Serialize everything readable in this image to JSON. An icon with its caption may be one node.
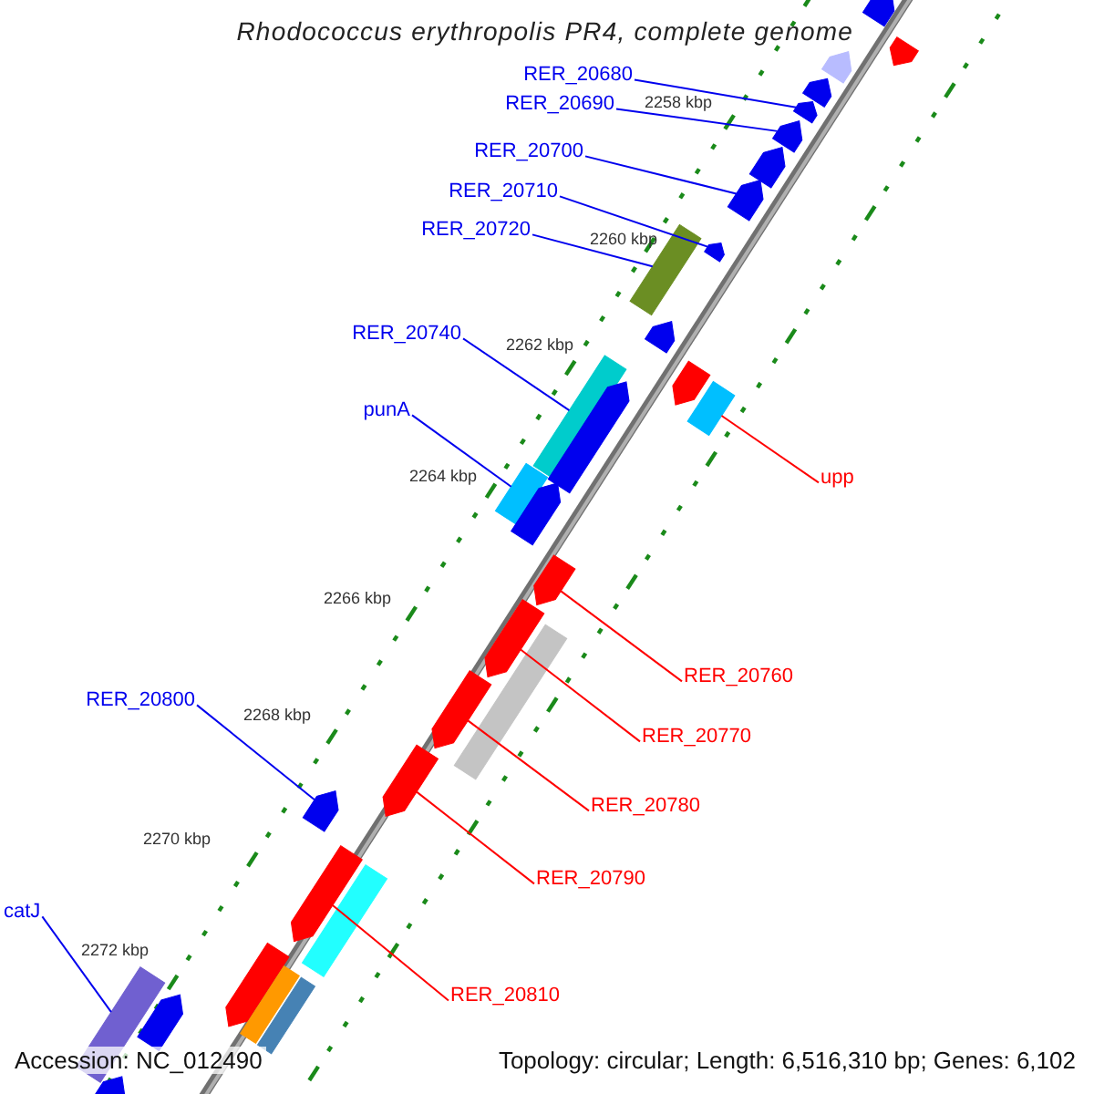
{
  "diagram": {
    "title": "Rhodococcus erythropolis PR4, complete genome",
    "nodes": [
      {
        "text": [
          "RER_20680"
        ]
      },
      {
        "text": [
          "RER_20690"
        ]
      },
      {
        "text": [
          "RER_20700"
        ]
      },
      {
        "text": [
          "RER_20710"
        ]
      },
      {
        "text": [
          "RER_20720"
        ]
      },
      {
        "text": [
          "RER_20740"
        ]
      },
      {
        "text": [
          "punA"
        ]
      },
      {
        "text": [
          "upp"
        ]
      },
      {
        "text": [
          "RER_20760"
        ]
      },
      {
        "text": [
          "RER_20800"
        ]
      },
      {
        "text": [
          "RER_20770"
        ]
      },
      {
        "text": [
          "RER_20780"
        ]
      },
      {
        "text": [
          "RER_20790"
        ]
      },
      {
        "text": [
          "catJ"
        ]
      },
      {
        "text": [
          "RER_20810"
        ]
      },
      {
        "text": [],
        "shape": "arrow"
      },
      {
        "text": [],
        "shape": "arrow"
      },
      {
        "text": [],
        "shape": "arrow"
      },
      {
        "text": [],
        "shape": "arrow"
      },
      {
        "text": [],
        "shape": "arrow"
      },
      {
        "text": [],
        "shape": "arrow"
      },
      {
        "text": [],
        "shape": "arrow"
      },
      {
        "text": [],
        "shape": "arrow"
      },
      {
        "text": [],
        "shape": "arrow"
      },
      {
        "text": [],
        "shape": "box"
      },
      {
        "text": [],
        "shape": "arrow"
      },
      {
        "text": [],
        "shape": "arrow"
      },
      {
        "text": [],
        "shape": "box"
      },
      {
        "text": [],
        "shape": "box"
      },
      {
        "text": [],
        "shape": "arrow"
      },
      {
        "text": [],
        "shape": "box"
      },
      {
        "text": [],
        "shape": "arrow"
      },
      {
        "text": [],
        "shape": "arrow"
      },
      {
        "text": [],
        "shape": "arrow"
      },
      {
        "text": [],
        "shape": "box"
      },
      {
        "text": [],
        "shape": "arrow"
      },
      {
        "text": [],
        "shape": "arrow"
      },
      {
        "text": [],
        "shape": "arrow"
      },
      {
        "text": [],
        "shape": "arrow"
      },
      {
        "text": [],
        "shape": "box"
      },
      {
        "text": [],
        "shape": "arrow"
      },
      {
        "text": [],
        "shape": "box"
      },
      {
        "text": [],
        "shape": "box"
      },
      {
        "text": [],
        "shape": "arrow"
      },
      {
        "text": [],
        "shape": "box"
      },
      {
        "text": [],
        "shape": "arrow"
      }
    ],
    "edges": [
      {
        "from": 0,
        "to": 19,
        "arrow": "none"
      },
      {
        "from": 1,
        "to": 20,
        "arrow": "none"
      },
      {
        "from": 2,
        "to": 22,
        "arrow": "none"
      },
      {
        "from": 3,
        "to": 23,
        "arrow": "none"
      },
      {
        "from": 4,
        "to": 24,
        "arrow": "none"
      },
      {
        "from": 5,
        "to": 28,
        "arrow": "none"
      },
      {
        "from": 6,
        "to": 30,
        "arrow": "none"
      },
      {
        "from": 7,
        "to": 27,
        "arrow": "none",
        "color": "#ff0000"
      },
      {
        "from": 8,
        "to": 32,
        "arrow": "none",
        "color": "#ff0000"
      },
      {
        "from": 9,
        "to": 37,
        "arrow": "none"
      },
      {
        "from": 10,
        "to": 33,
        "arrow": "none",
        "color": "#ff0000"
      },
      {
        "from": 11,
        "to": 35,
        "arrow": "none",
        "color": "#ff0000"
      },
      {
        "from": 12,
        "to": 36,
        "arrow": "none",
        "color": "#ff0000"
      },
      {
        "from": 13,
        "to": 44,
        "arrow": "none"
      },
      {
        "from": 14,
        "to": 38,
        "arrow": "none",
        "color": "#ff0000"
      }
    ],
    "labels": [
      "2258 kbp",
      "2260 kbp",
      "2262 kbp",
      "2264 kbp",
      "2266 kbp",
      "2268 kbp",
      "2270 kbp",
      "2272 kbp",
      "Accession: NC_012490",
      "Topology: circular; Length: 6,516,310 bp; Genes: 6,102"
    ]
  }
}
